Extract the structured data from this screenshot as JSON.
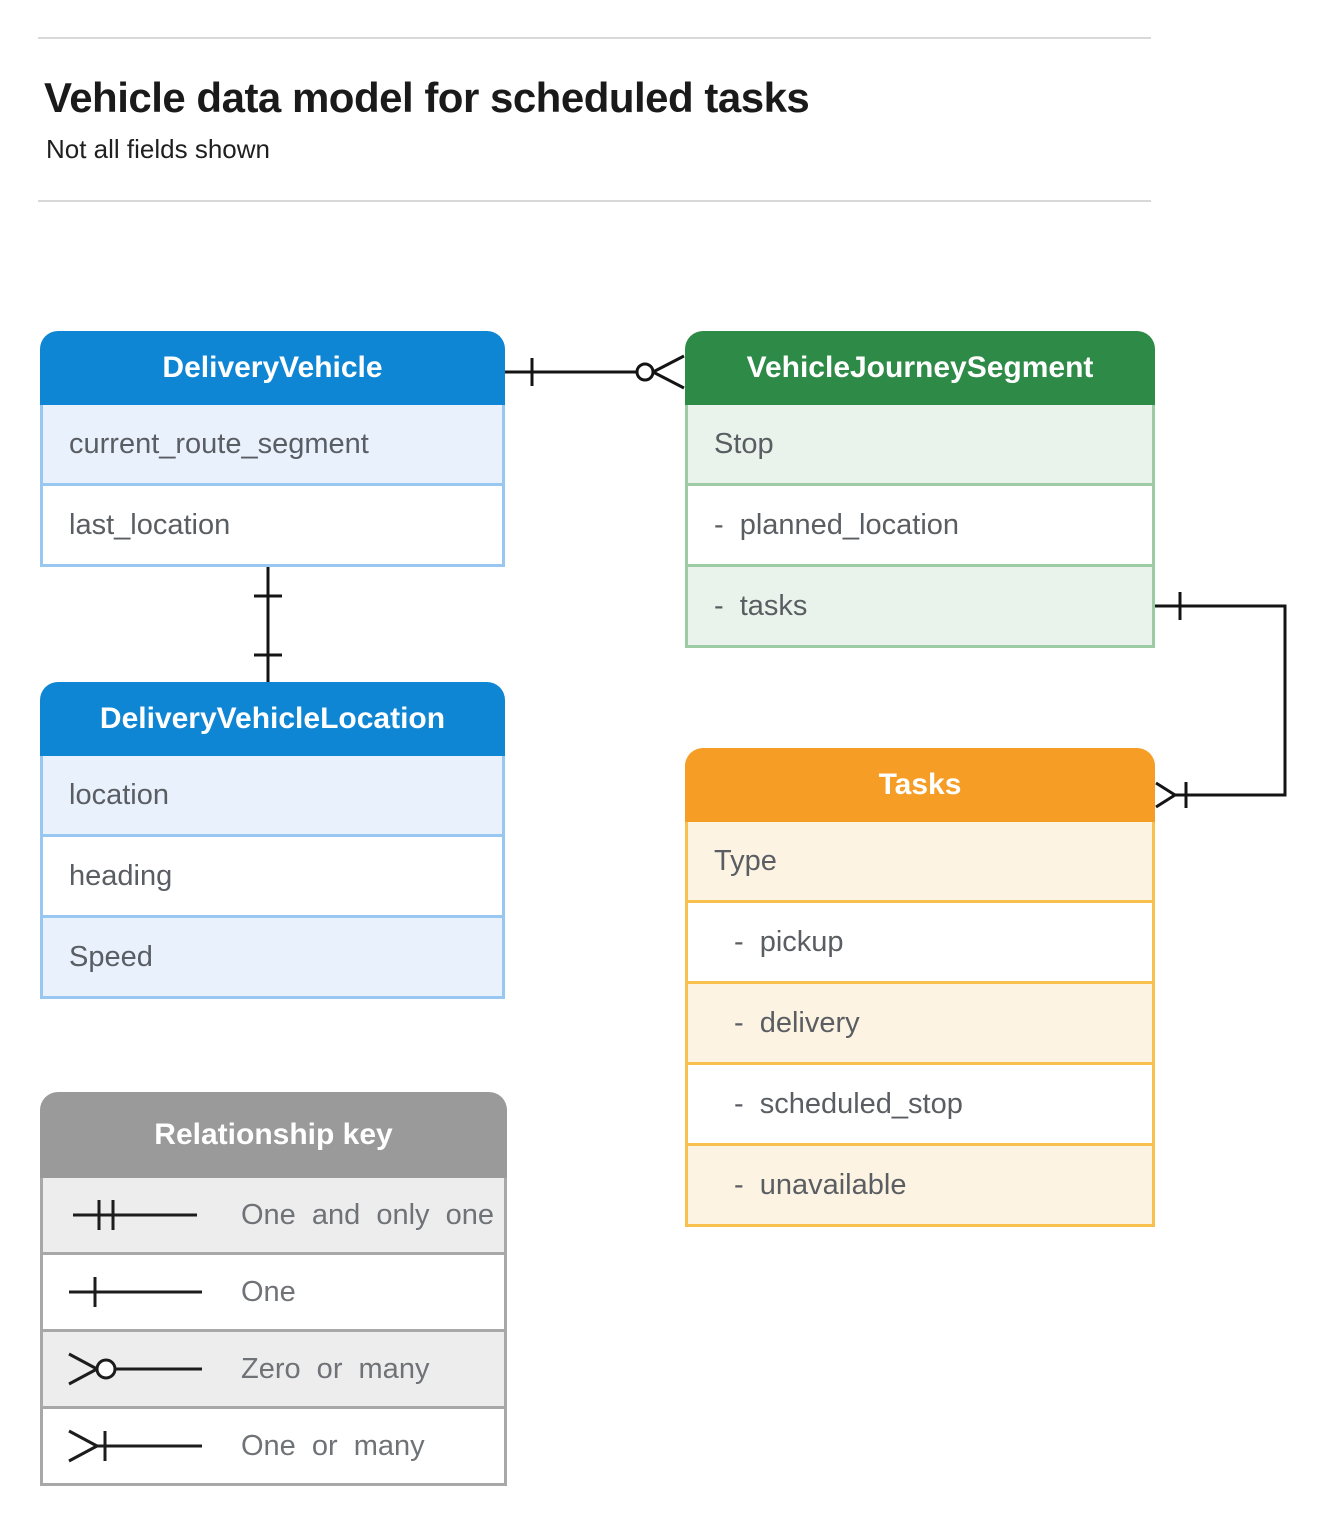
{
  "header": {
    "title": "Vehicle data model for scheduled tasks",
    "subtitle": "Not all fields shown"
  },
  "boxes": {
    "delivery_vehicle": {
      "title": "DeliveryVehicle",
      "fields": [
        "current_route_segment",
        "last_location"
      ]
    },
    "vehicle_journey_segment": {
      "title": "VehicleJourneySegment",
      "fields": [
        "Stop",
        "- planned_location",
        "- tasks"
      ]
    },
    "delivery_vehicle_location": {
      "title": "DeliveryVehicleLocation",
      "fields": [
        "location",
        "heading",
        "Speed"
      ]
    },
    "tasks": {
      "title": "Tasks",
      "fields": [
        "Type",
        "- pickup",
        "- delivery",
        "- scheduled_stop",
        "- unavailable"
      ]
    }
  },
  "legend": {
    "title": "Relationship key",
    "items": [
      {
        "symbol": "one-and-only-one",
        "label": "One and only one"
      },
      {
        "symbol": "one",
        "label": "One"
      },
      {
        "symbol": "zero-or-many",
        "label": "Zero or many"
      },
      {
        "symbol": "one-or-many",
        "label": "One or many"
      }
    ]
  },
  "relationships": [
    {
      "from": "DeliveryVehicle",
      "to": "VehicleJourneySegment",
      "from_end": "one",
      "to_end": "zero-or-many"
    },
    {
      "from": "DeliveryVehicle",
      "to": "DeliveryVehicleLocation",
      "from_end": "one",
      "to_end": "one"
    },
    {
      "from": "VehicleJourneySegment.tasks",
      "to": "Tasks",
      "from_end": "one",
      "to_end": "one-or-many"
    }
  ],
  "colors": {
    "blue_header": "#0E86D4",
    "blue_tint": "#E8F1FC",
    "blue_border": "#98C8F1",
    "green_header": "#2E8B47",
    "green_tint": "#EAF3EB",
    "green_border": "#9CCBA4",
    "orange_header": "#F59D25",
    "orange_tint": "#FDF3E3",
    "orange_border": "#F8C14F",
    "gray_header": "#9A9A9A",
    "gray_tint": "#EDEDED",
    "gray_border": "#A8A8A8",
    "field_text": "#5A5E63",
    "legend_text": "#6F7276",
    "title_text": "#1A1A1A",
    "line": "#141414"
  }
}
